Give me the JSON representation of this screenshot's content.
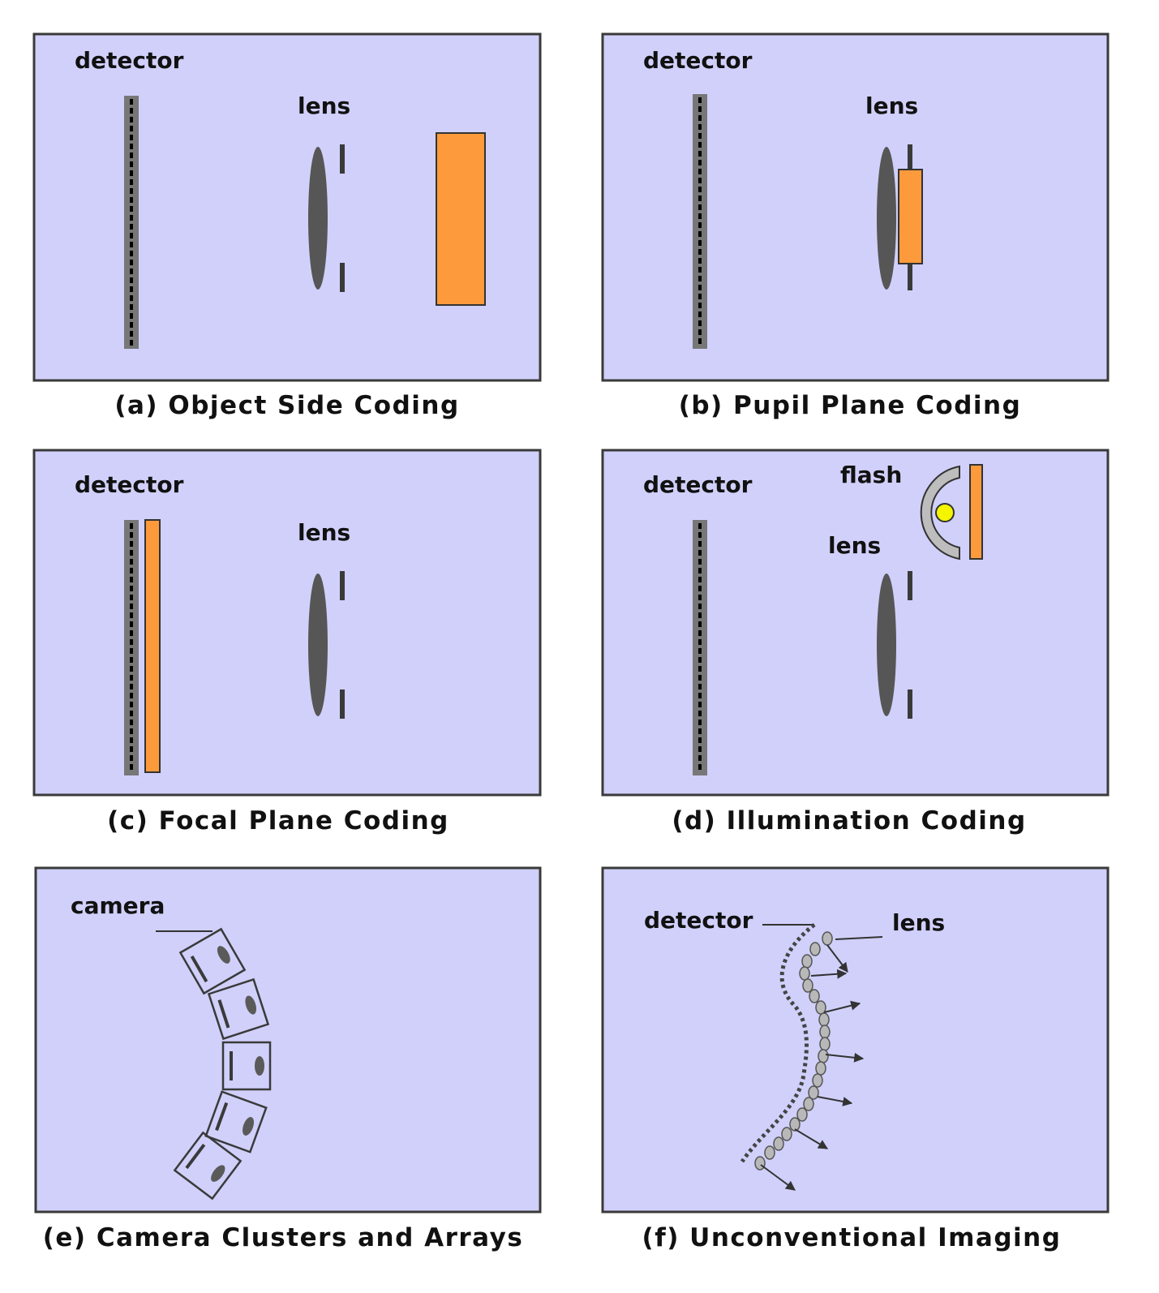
{
  "panels": {
    "a": {
      "caption": "(a) Object Side Coding",
      "detector": "detector",
      "lens": "lens"
    },
    "b": {
      "caption": "(b) Pupil Plane Coding",
      "detector": "detector",
      "lens": "lens"
    },
    "c": {
      "caption": "(c) Focal Plane Coding",
      "detector": "detector",
      "lens": "lens"
    },
    "d": {
      "caption": "(d) Illumination Coding",
      "detector": "detector",
      "lens": "lens",
      "flash": "flash"
    },
    "e": {
      "caption": "(e) Camera Clusters and Arrays",
      "camera": "camera"
    },
    "f": {
      "caption": "(f) Unconventional Imaging",
      "detector": "detector",
      "lens": "lens"
    }
  },
  "colors": {
    "panel_fill": "#d0d0fb",
    "coding_element": "#fd9a3b",
    "lens": "#565656",
    "detector": "#777777",
    "flash_bulb": "#f5f500"
  }
}
